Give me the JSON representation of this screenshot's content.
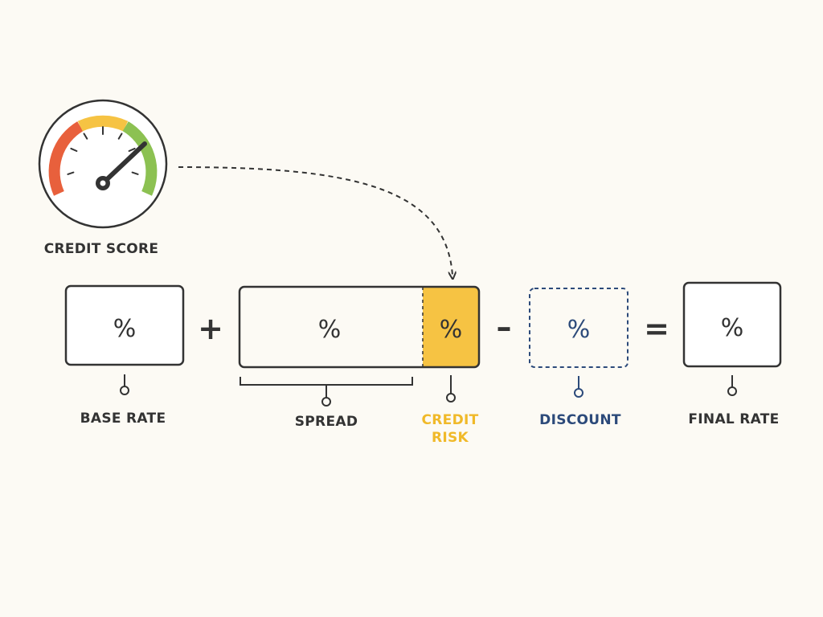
{
  "colors": {
    "ink": "#333333",
    "background": "#fcfaf4",
    "credit_risk": "#f6c343",
    "credit_risk_text": "#f0b929",
    "discount": "#2c4a7a",
    "gauge_red": "#e8603c",
    "gauge_yellow": "#f6c343",
    "gauge_green": "#8cc152"
  },
  "credit_score": {
    "label": "CREDIT SCORE",
    "icon": "gauge-icon"
  },
  "formula": {
    "base_rate": {
      "symbol": "%",
      "label": "BASE RATE"
    },
    "plus": "+",
    "spread": {
      "symbol": "%",
      "label": "SPREAD"
    },
    "credit_risk": {
      "symbol": "%",
      "label_line1": "CREDIT",
      "label_line2": "RISK"
    },
    "minus": "–",
    "discount": {
      "symbol": "%",
      "label": "DISCOUNT"
    },
    "equals": "=",
    "final_rate": {
      "symbol": "%",
      "label": "FINAL RATE"
    }
  }
}
